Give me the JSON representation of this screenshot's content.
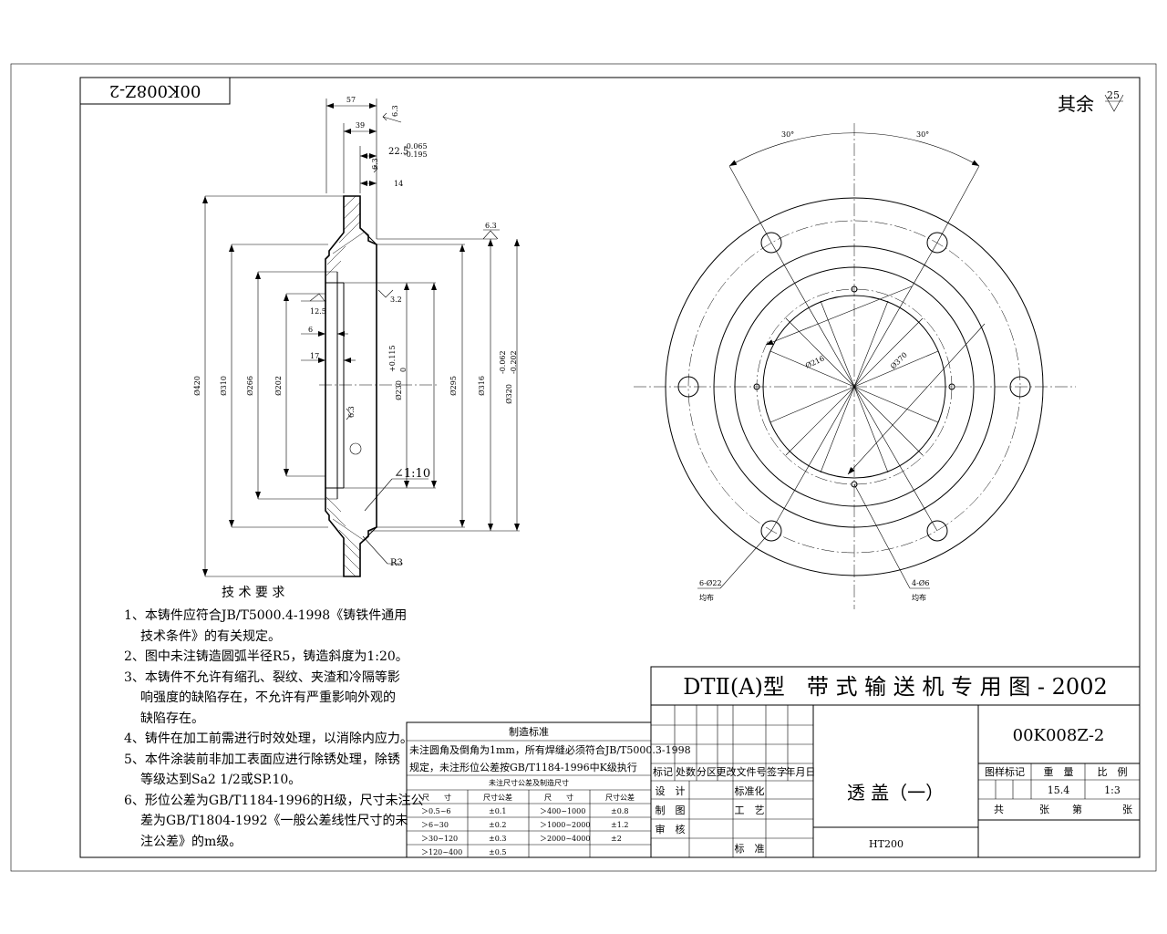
{
  "drawing_number": "00K008Z-2",
  "roughness_other": {
    "label": "其余",
    "value": "25"
  },
  "section_dims": {
    "top": [
      "57",
      "39",
      "22.5",
      "14"
    ],
    "tol_22_5": [
      "-0.065",
      "-0.195"
    ],
    "roughness": [
      "6.3",
      "6.3",
      "6.3",
      "12.5",
      "3.2",
      "6.3"
    ],
    "left_small": [
      "6",
      "17"
    ],
    "diameters": [
      "Ø420",
      "Ø310",
      "Ø266",
      "Ø202",
      "Ø230",
      "Ø295",
      "Ø316",
      "Ø320"
    ],
    "tol_230": [
      "+0.115",
      "0"
    ],
    "tol_320": [
      "-0.062",
      "-0.202"
    ],
    "taper": "∠1:10",
    "radius": "R3"
  },
  "plan_dims": {
    "angle_left": "30°",
    "angle_right": "30°",
    "d216": "Ø216",
    "d370": "Ø370",
    "holes_6": "6-Ø22",
    "holes_4": "4-Ø6",
    "uniform": "均布"
  },
  "tech_req": {
    "title": "技 术 要 求",
    "lines": [
      "1、本铸件应符合JB/T5000.4-1998《铸铁件通用",
      "技术条件》的有关规定。",
      "2、图中未注铸造圆弧半径R5，铸造斜度为1:20。",
      "3、本铸件不允许有缩孔、裂纹、夹渣和冷隔等影",
      "响强度的缺陷存在，不允许有严重影响外观的",
      "缺陷存在。",
      "4、铸件在加工前需进行时效处理，以消除内应力。",
      "5、本件涂装前非加工表面应进行除锈处理，除锈",
      "等级达到Sa2 1/2或SP.10。",
      "6、形位公差为GB/T1184-1996的H级，尺寸未注公",
      "差为GB/T1804-1992《一般公差线性尺寸的未",
      "注公差》的m级。"
    ]
  },
  "mfg_std": {
    "title": "制造标准",
    "line1": "未注圆角及倒角为1mm，所有焊缝必须符合JB/T5000.3-1998",
    "line2": "规定，未注形位公差按GB/T1184-1996中K级执行",
    "subtitle": "未注尺寸公差及制造尺寸",
    "headers": [
      "尺　　寸",
      "尺寸公差",
      "尺　　寸",
      "尺寸公差"
    ],
    "rows": [
      [
        "＞0.5~6",
        "±0.1",
        "＞400~1000",
        "±0.8"
      ],
      [
        "＞6~30",
        "±0.2",
        "＞1000~2000",
        "±1.2"
      ],
      [
        "＞30~120",
        "±0.3",
        "＞2000~4000",
        "±2"
      ],
      [
        "＞120~400",
        "±0.5",
        "",
        ""
      ]
    ]
  },
  "title_block": {
    "project": "DTⅡ(A)型　带 式 输 送 机 专 用 图 - 2002",
    "number": "00K008Z-2",
    "part_name": "透 盖（一）",
    "material": "HT200",
    "rev_headers": [
      "标记",
      "处数",
      "分区",
      "更改文件号",
      "签字",
      "年月日"
    ],
    "roles": [
      "设　计",
      "制　图",
      "审　核"
    ],
    "checks": [
      "标准化",
      "工　艺",
      "标　准"
    ],
    "mark_label": "图样标记",
    "weight_label": "重　量",
    "scale_label": "比　例",
    "weight": "15.4",
    "scale": "1:3",
    "total_label": "共",
    "sheet_label": "张",
    "page_label": "第",
    "page_sheet_label": "张"
  }
}
